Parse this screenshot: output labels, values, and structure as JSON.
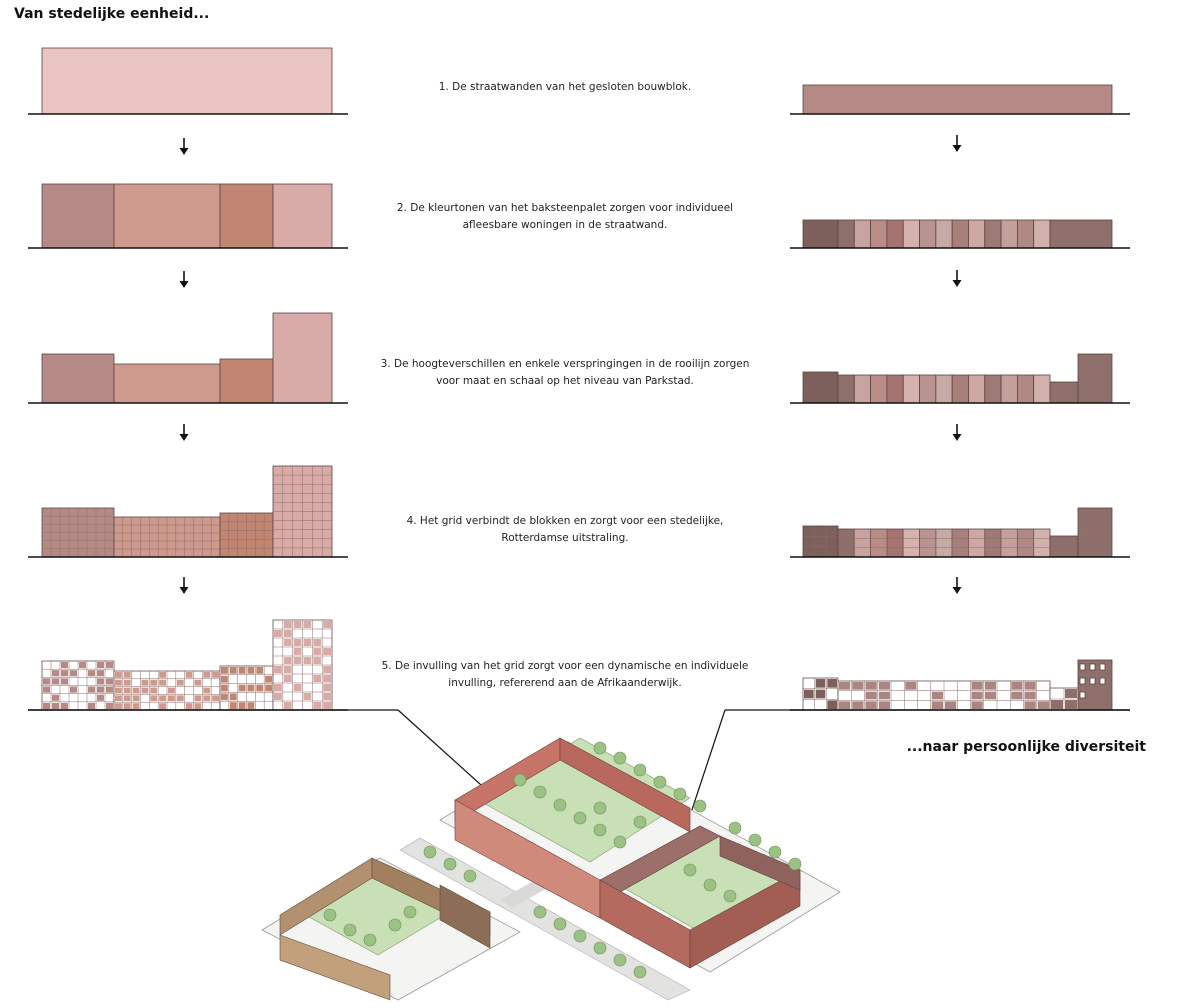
{
  "heading_left": "Van stedelijke eenheid...",
  "heading_right": "...naar persoonlijke diversiteit",
  "steps": [
    {
      "label": "1. De straatwanden van het gesloten bouwblok."
    },
    {
      "label": "2. De kleurtonen van het baksteenpalet zorgen voor individueel afleesbare woningen in de straatwand."
    },
    {
      "label": "3. De hoogteverschillen en enkele verspringingen in de rooilijn zorgen voor maat en schaal op het niveau van Parkstad."
    },
    {
      "label": "4. Het grid verbindt de blokken en zorgt voor een stedelijke, Rotterdamse uitstraling."
    },
    {
      "label": "5. De invulling van het grid zorgt voor een dynamische en individuele invulling, refererend aan de Afrikaanderwijk."
    }
  ],
  "colors": {
    "pink_light": "#e9c4c1",
    "brick_mauve": "#b58a86",
    "brick_salmon": "#cd9a8d",
    "brick_terracotta": "#c08671",
    "brick_rose": "#d9aba8",
    "brick_dark": "#7d5f5c",
    "park_green": "#c9dfb5",
    "tree_green": "#9cc185",
    "ground_line": "#111111"
  }
}
